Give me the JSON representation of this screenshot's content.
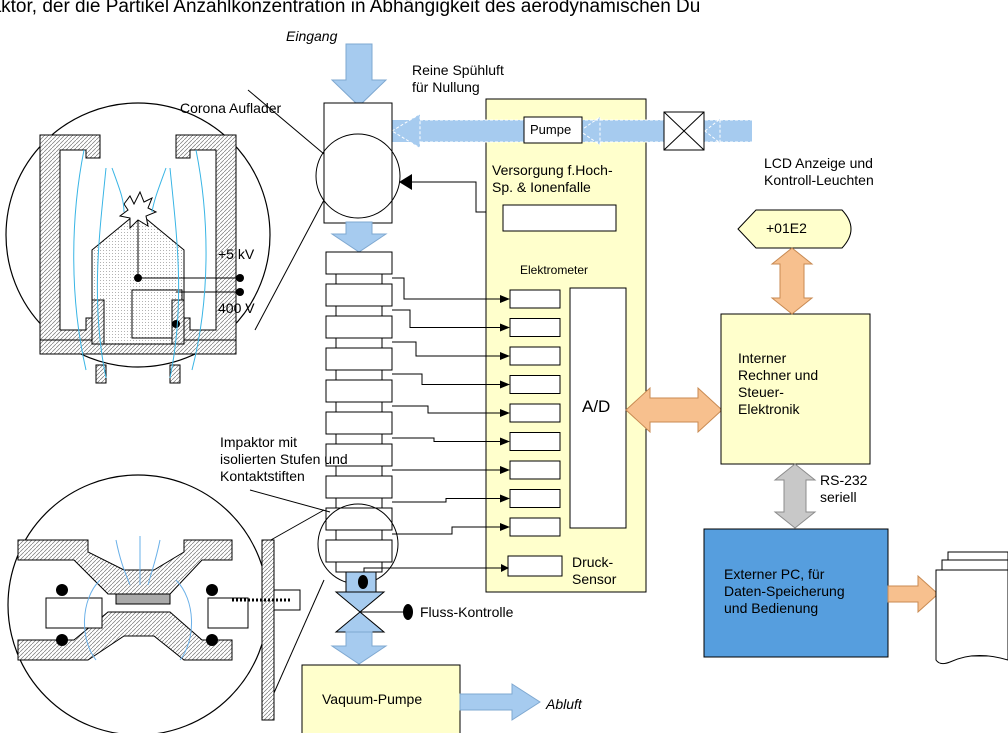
{
  "header_text": "paktor, der die Partikel Anzahlkonzentration in Abhängigkeit des aerodynamischen Du",
  "labels": {
    "inlet": "Eingang",
    "purge_air": "Reine Spühluft\nfür Nullung",
    "charger": "Corona Auflader",
    "pump": "Pumpe",
    "hv_supply": "Versorgung f.Hoch-\nSp. & Ionenfalle",
    "electrometer": "Elektrometer",
    "ad": "A/D",
    "pressure_sensor": "Druck-\nSensor",
    "lcd": "LCD Anzeige und\nKontroll-Leuchten",
    "lcd_value": "+01E2",
    "internal_computer": "Interner\nRechner und\nSteuer-\nElektronik",
    "rs232": "RS-232\nseriell",
    "external_pc": "Externer PC, für\nDaten-Speicherung\nund Bedienung",
    "impactor": "Impaktor mit\nisolierten Stufen und\nKontaktstiften",
    "flow_control": "Fluss-Kontrolle",
    "vacuum_pump": "Vaquum-Pumpe",
    "exhaust": "Abluft",
    "voltage_5kv": "+5 kV",
    "voltage_400v": "400 V"
  },
  "colors": {
    "flow_blue": "#a6cbef",
    "panel_yellow": "#ffffcc",
    "pc_blue": "#5b9bd5",
    "pc_blue_fill": "#569ede",
    "link_orange": "#f7c08e",
    "link_gray": "#c8c8c8"
  }
}
